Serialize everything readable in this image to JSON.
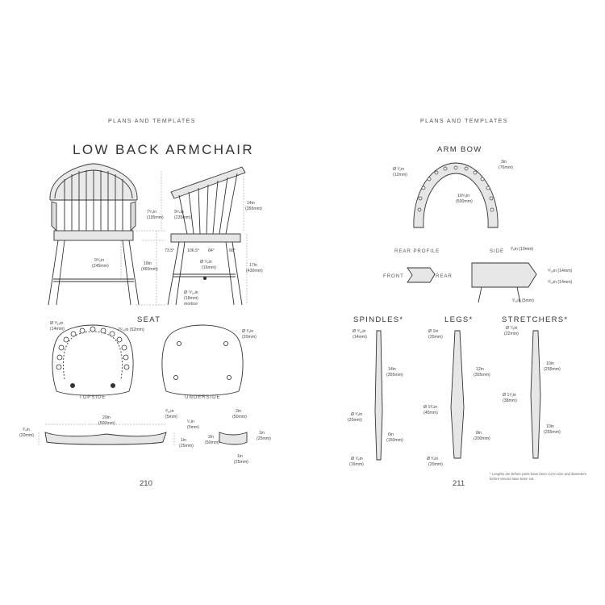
{
  "left_page": {
    "header": "PLANS AND TEMPLATES",
    "title": "LOW BACK ARMCHAIR",
    "page_number": "210",
    "seat_title": "SEAT",
    "topside_label": "TOPSIDE",
    "underside_label": "UNDERSIDE",
    "dims": {
      "d1": "7⁵⁄₈in",
      "d1m": "(195mm)",
      "d2": "9¹⁄₄in",
      "d2m": "(235mm)",
      "d3": "14in",
      "d3m": "(355mm)",
      "d4": "18in",
      "d4m": "(460mm)",
      "d5": "9⁵⁄₈in",
      "d5m": "(245mm)",
      "a1": "73.5°",
      "a2": "106.5°",
      "a3": "84°",
      "a4": "66°",
      "d6": "Ø ⁵⁄₈in",
      "d6m": "(16mm)",
      "d7": "17in",
      "d7m": "(430mm)",
      "d8": "Ø ¹¹⁄₁₆in",
      "d8m": "(18mm)",
      "d8n": "mortice",
      "s1": "Ø ⁹⁄₁₆in",
      "s1m": "(14mm)",
      "s2": "2¹⁄₁₆in (52mm)",
      "s3": "Ø ³⁄₄in",
      "s3m": "(20mm)",
      "p1": "20in",
      "p1m": "(500mm)",
      "p2": "³⁄₁₆in",
      "p2m": "(5mm)",
      "p3": "³⁄₄in",
      "p3m": "(20mm)",
      "p4": "¹⁄₄in",
      "p4m": "(5mm)",
      "p5": "1in",
      "p5m": "(25mm)",
      "p6": "2in",
      "p6m": "(50mm)",
      "p7": "2in",
      "p7m": "(50mm)",
      "p8": "1in",
      "p8m": "(25mm)",
      "p9": "1in",
      "p9m": "(25mm)"
    }
  },
  "right_page": {
    "header": "PLANS AND TEMPLATES",
    "page_number": "211",
    "arm_bow_title": "ARM BOW",
    "rear_profile_title": "REAR PROFILE",
    "side_title": "SIDE",
    "front_label": "FRONT",
    "rear_label": "REAR",
    "spindles_title": "SPINDLES*",
    "legs_title": "LEGS*",
    "stretchers_title": "STRETCHERS*",
    "footnote": "* Lengths are before parts have been cut to size and diameters before tenons have been cut.",
    "dims": {
      "ab1": "Ø ¹⁄₂in",
      "ab1m": "(12mm)",
      "ab2": "3in",
      "ab2m": "(76mm)",
      "ab3": "19⁵⁄₈in",
      "ab3m": "(500mm)",
      "sd1": "³⁄₈in (10mm)",
      "sd2": "⁹⁄₁₆in (14mm)",
      "sd3": "⁹⁄₁₆in (14mm)",
      "sd4": "³⁄₁₆in (5mm)",
      "sp1": "Ø ⁹⁄₁₆in",
      "sp1m": "(14mm)",
      "sp2": "14in",
      "sp2m": "(355mm)",
      "sp3": "Ø ³⁄₄in",
      "sp3m": "(20mm)",
      "sp4": "6in",
      "sp4m": "(150mm)",
      "sp5": "Ø ⁵⁄₈in",
      "sp5m": "(16mm)",
      "lg1": "Ø 1in",
      "lg1m": "(25mm)",
      "lg2": "12in",
      "lg2m": "(305mm)",
      "lg3": "Ø 1³⁄₄in",
      "lg3m": "(45mm)",
      "lg4": "8in",
      "lg4m": "(200mm)",
      "lg5": "Ø ³⁄₄in",
      "lg5m": "(20mm)",
      "st1": "Ø ⁷⁄₈in",
      "st1m": "(22mm)",
      "st2": "10in",
      "st2m": "(255mm)",
      "st3": "Ø 1¹⁄₂in",
      "st3m": "(38mm)",
      "st4": "10in",
      "st4m": "(255mm)"
    }
  }
}
